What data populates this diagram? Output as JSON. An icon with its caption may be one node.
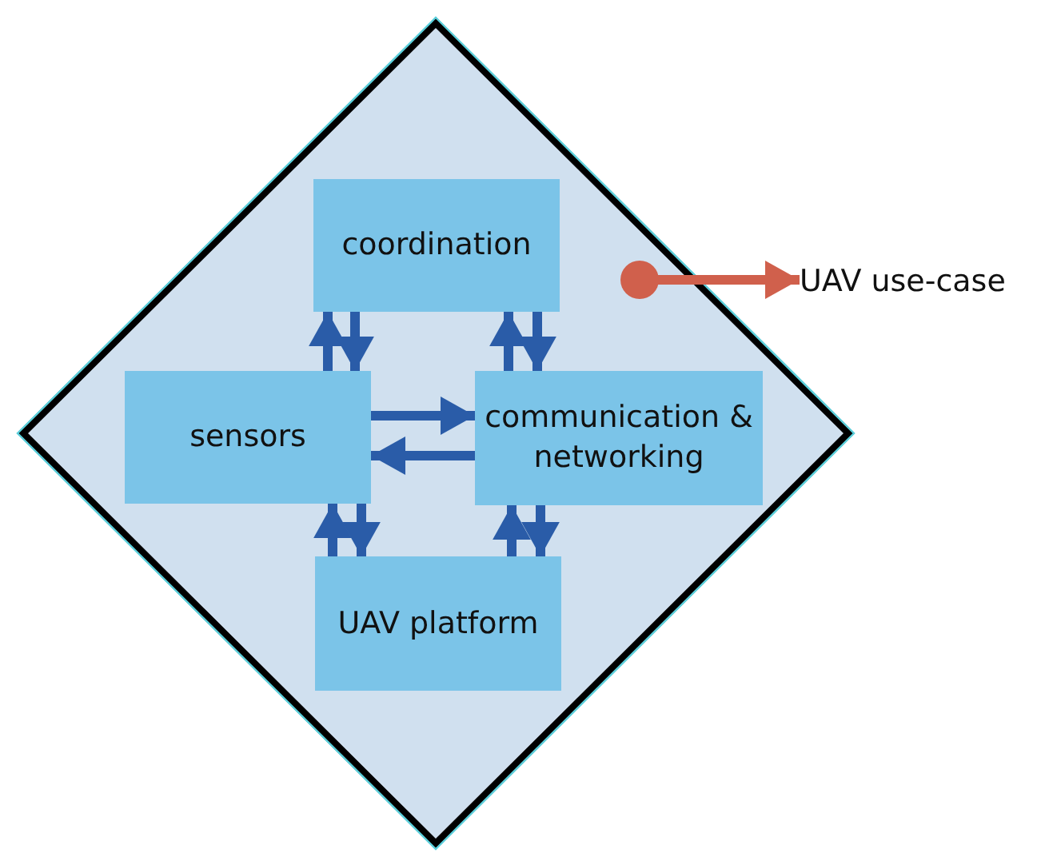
{
  "diagram": {
    "nodes": [
      {
        "text": [],
        "shape": "diamond"
      },
      {
        "text": [
          "coordination"
        ],
        "in": 0
      },
      {
        "text": [
          "sensors"
        ],
        "in": 0
      },
      {
        "text": [
          "communication & networking"
        ],
        "in": 0
      },
      {
        "text": [
          "UAV platform"
        ],
        "in": 0
      },
      {
        "text": [
          "UAV use-case"
        ]
      }
    ],
    "edges": [
      {
        "from": 2,
        "to": 1,
        "arrow": "to"
      },
      {
        "from": 1,
        "to": 2,
        "arrow": "to"
      },
      {
        "from": 3,
        "to": 1,
        "arrow": "to"
      },
      {
        "from": 1,
        "to": 3,
        "arrow": "to"
      },
      {
        "from": 2,
        "to": 3,
        "arrow": "to"
      },
      {
        "from": 3,
        "to": 2,
        "arrow": "to"
      },
      {
        "from": 4,
        "to": 2,
        "arrow": "to"
      },
      {
        "from": 2,
        "to": 4,
        "arrow": "to"
      },
      {
        "from": 4,
        "to": 3,
        "arrow": "to"
      },
      {
        "from": 3,
        "to": 4,
        "arrow": "to"
      },
      {
        "from": 0,
        "to": 5,
        "arrow": "to",
        "color": "#d0604c"
      }
    ]
  }
}
